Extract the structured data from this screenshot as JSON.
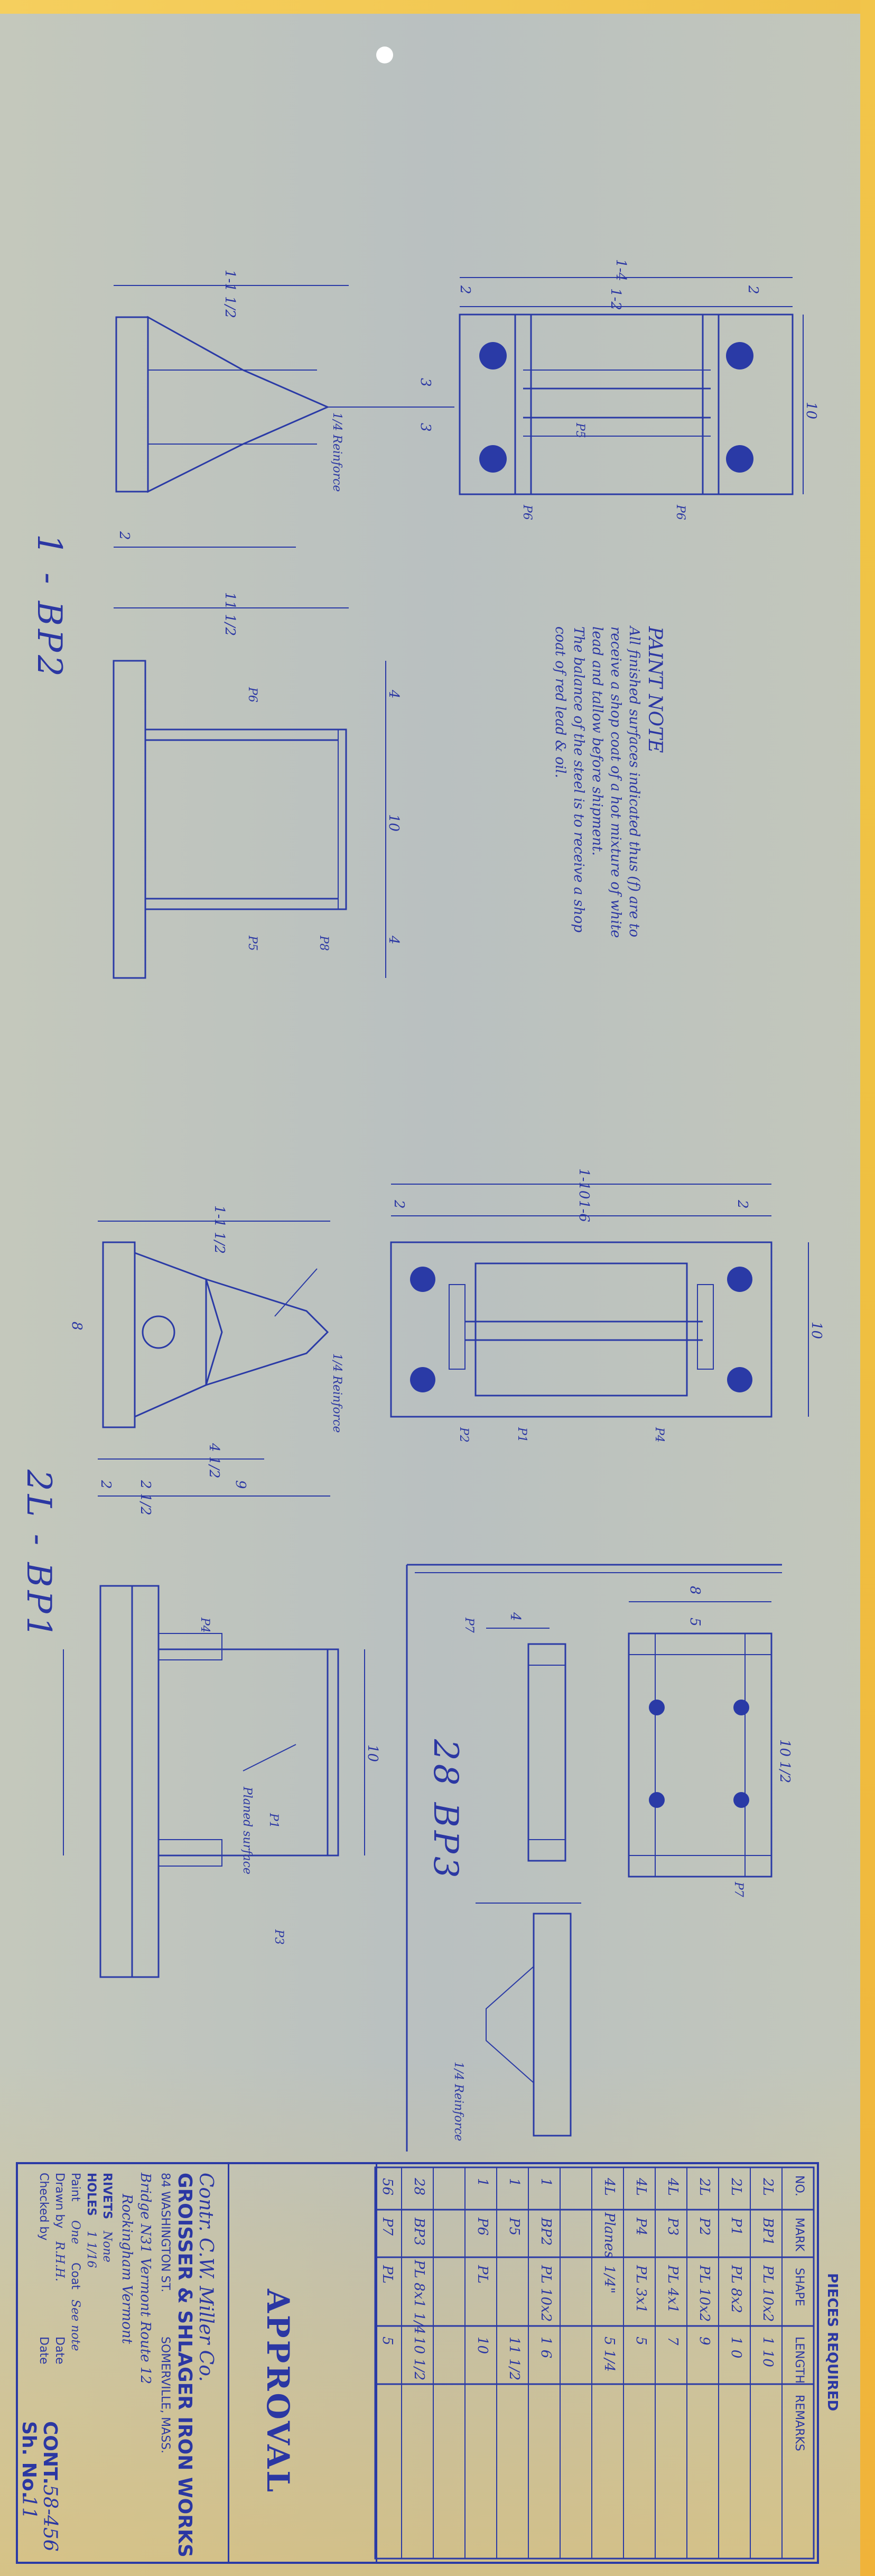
{
  "sheet": {
    "paint_note": {
      "title": "PAINT NOTE",
      "lines": [
        "All finished surfaces indicated thus (f) are to",
        "receive a shop coat of a hot mixture of white",
        "lead and tallow before shipment.",
        "The balance of the steel is to receive a shop",
        "coat of red lead & oil."
      ]
    },
    "details": [
      {
        "label": "1 - BP2"
      },
      {
        "label": "2L - BP1"
      },
      {
        "label": "28 BP3"
      }
    ],
    "dim_labels": {
      "bp2_plan_overall": "1-4",
      "bp2_plan_left": "2",
      "bp2_plan_mid": "1-2",
      "bp2_plan_right": "2",
      "bp2_plan_height": "10",
      "bp2_plan_3a": "3",
      "bp2_plan_3b": "3",
      "bp2_side_overall": "1-1 1/2",
      "bp2_side_11": "11 1/2",
      "bp2_side_2": "2",
      "bp2_side_4": "4",
      "bp2_side_10": "10",
      "bp2_side_4b": "4",
      "bp1_plan_overall": "1-10",
      "bp1_plan_inner": "1-6",
      "bp1_plan_2a": "2",
      "bp1_plan_2b": "2",
      "bp1_plan_10": "10",
      "bp1_side_overall": "1-1 1/2",
      "bp1_side_9": "9",
      "bp1_side_2": "2",
      "bp1_side_2b": "2 1/2",
      "bp1_side_10": "10",
      "bp1_side_8": "8",
      "bp1_side_4": "4 1/2",
      "bp3_overall": "8",
      "bp3_height": "10 1/2",
      "bp3_4": "4",
      "bp3_5": "5"
    },
    "piece_marks": [
      "P1",
      "P2",
      "P3",
      "P4",
      "P5",
      "P6",
      "P7",
      "P8"
    ],
    "notes": {
      "welds": "1/4 Reinforce",
      "planed": "Planed surface"
    }
  },
  "title_block": {
    "contractor": "Contr. C.W. Miller Co.",
    "company": "GROISSER & SHLAGER IRON WORKS",
    "address": "84 WASHINGTON ST.",
    "city": "SOMERVILLE, MASS.",
    "project_line_1": "Bridge N31 Vermont Route 12",
    "project_line_2": "Rockingham Vermont",
    "rivets_label": "RIVETS",
    "rivets_value": "None",
    "holes_label": "HOLES",
    "holes_value": "1 1/16",
    "paint_label": "Paint",
    "paint_value": "One",
    "coat_label": "Coat",
    "coat_value": "See note",
    "drawn_label": "Drawn by",
    "drawn_value": "R.H.H.",
    "checked_label": "Checked by",
    "date_label": "Date",
    "date_value": "",
    "cont_label": "CONT.",
    "cont_value": "58-456",
    "sheet_label": "Sh. No.",
    "sheet_value": "11",
    "approval": "APPROVAL"
  },
  "pieces_required": {
    "title": "PIECES REQUIRED",
    "headers": [
      "NO.",
      "MARK",
      "SHAPE",
      "LENGTH",
      "REMARKS"
    ],
    "rows": [
      [
        "2L",
        "BP1",
        "PL 10x2",
        "1 10",
        ""
      ],
      [
        "2L",
        "P1",
        "PL 8x2",
        "1 0",
        ""
      ],
      [
        "2L",
        "P2",
        "PL 10x2",
        "9",
        ""
      ],
      [
        "4L",
        "P3",
        "PL 4x1",
        "7",
        ""
      ],
      [
        "4L",
        "P4",
        "PL 3x1",
        "5",
        ""
      ],
      [
        "4L",
        "Planes",
        "1/4\"",
        "5 1/4",
        ""
      ],
      [
        "",
        "",
        "",
        "",
        ""
      ],
      [
        "1",
        "BP2",
        "PL 10x2",
        "1 6",
        ""
      ],
      [
        "1",
        "P5",
        "",
        "11 1/2",
        ""
      ],
      [
        "1",
        "P6",
        "PL",
        "10",
        ""
      ],
      [
        "",
        "",
        "",
        "",
        ""
      ],
      [
        "28",
        "BP3",
        "PL 8x1 1/4",
        "10 1/2",
        ""
      ],
      [
        "56",
        "P7",
        "PL",
        "5",
        ""
      ]
    ]
  }
}
